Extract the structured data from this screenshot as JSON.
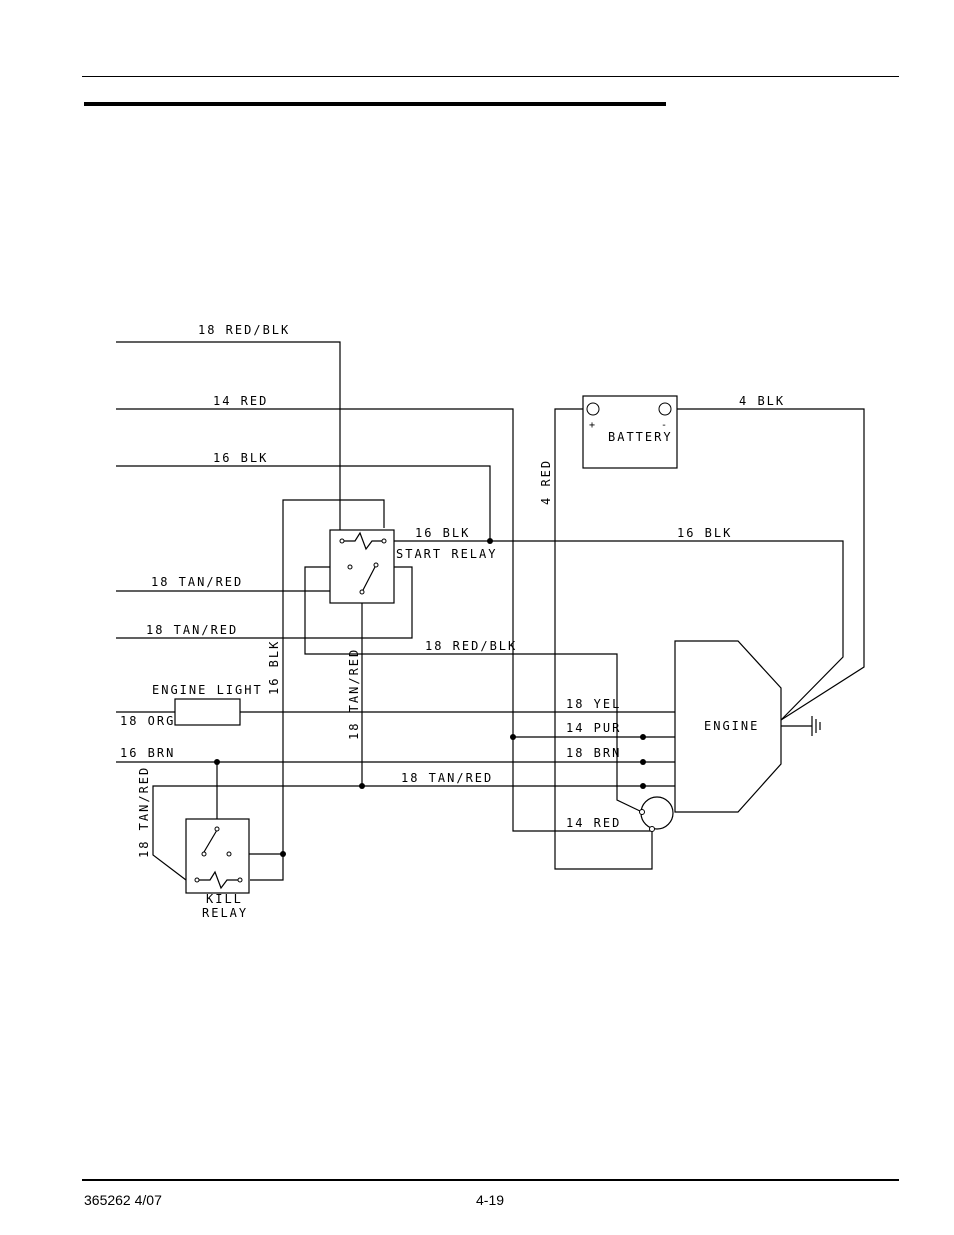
{
  "footer": {
    "doc_id": "365262 4/07",
    "page": "4-19"
  },
  "components": {
    "battery": {
      "label": "BATTERY",
      "pos": "+",
      "neg": "-"
    },
    "start_relay": "START RELAY",
    "kill_relay_1": "KILL",
    "kill_relay_2": "RELAY",
    "engine": "ENGINE",
    "engine_light": "ENGINE LIGHT"
  },
  "wires": {
    "red_blk_top": "18 RED/BLK",
    "red_14_top": "14 RED",
    "blk_16_left": "16 BLK",
    "blk_16_mid": "16 BLK",
    "blk_16_right": "16 BLK",
    "blk_4": "4 BLK",
    "red_4": "4 RED",
    "tan_red_1": "18 TAN/RED",
    "tan_red_2": "18 TAN/RED",
    "red_blk_mid": "18 RED/BLK",
    "blk_16_vert": "16 BLK",
    "tan_red_vert": "18 TAN/RED",
    "org_18": "18 ORG",
    "yel_18": "18 YEL",
    "pur_14": "14 PUR",
    "brn_16": "16 BRN",
    "brn_18": "18 BRN",
    "tan_red_low": "18 TAN/RED",
    "tan_red_left_vert": "18 TAN/RED",
    "red_14_bottom": "14 RED"
  }
}
